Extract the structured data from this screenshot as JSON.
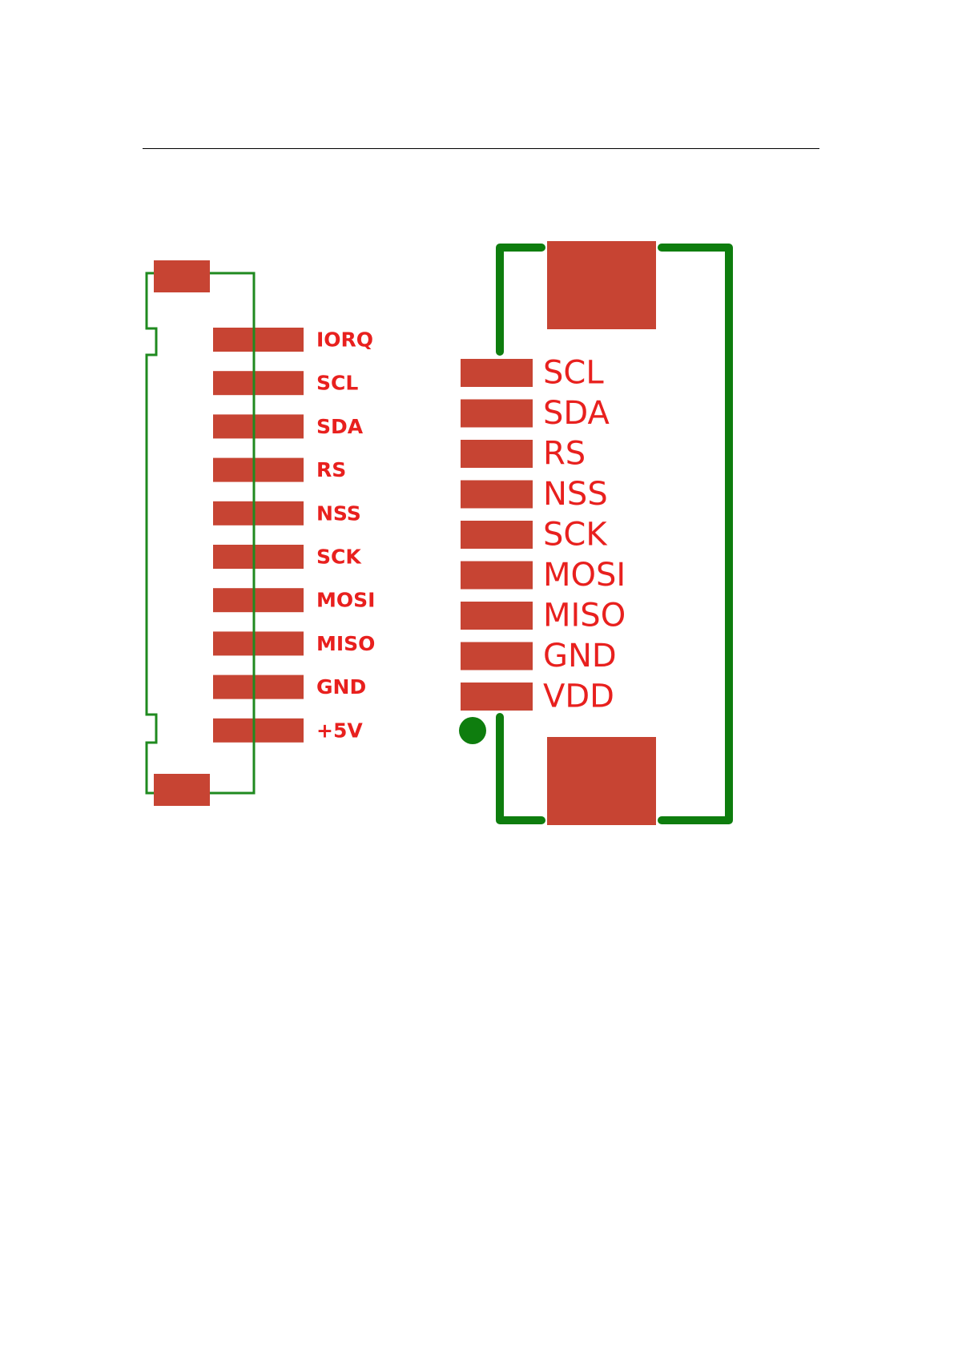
{
  "colors": {
    "pad": "#c74433",
    "outline": "#1f8a1f",
    "label": "#e8201e",
    "pin1_marker": "#0e7d0e",
    "rule": "#000000"
  },
  "connector_a": {
    "pins": [
      "IORQ",
      "SCL",
      "SDA",
      "RS",
      "NSS",
      "SCK",
      "MOSI",
      "MISO",
      "GND",
      "+5V"
    ]
  },
  "connector_b": {
    "pins": [
      "SCL",
      "SDA",
      "RS",
      "NSS",
      "SCK",
      "MOSI",
      "MISO",
      "GND",
      "VDD"
    ]
  }
}
